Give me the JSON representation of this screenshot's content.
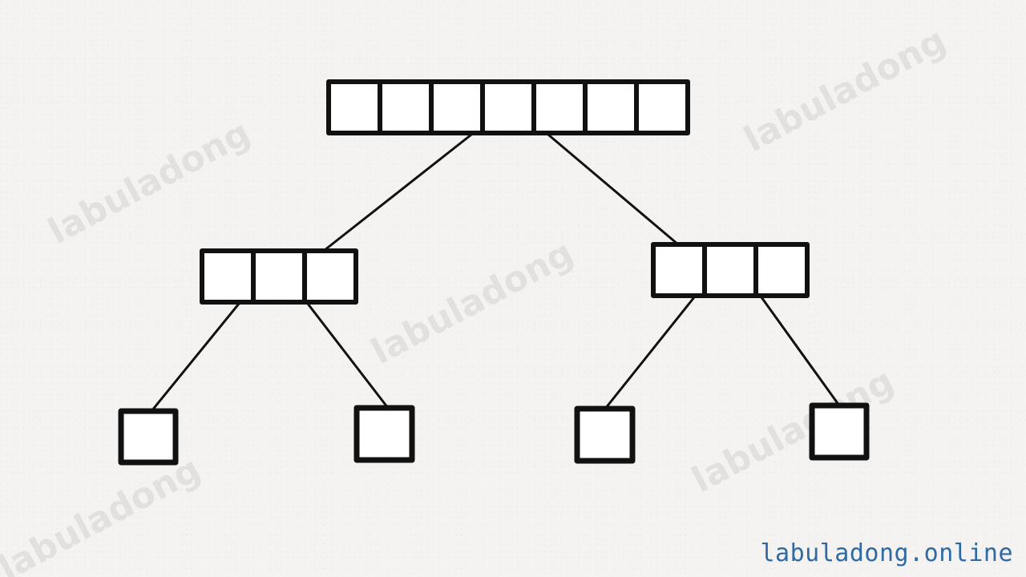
{
  "diagram": {
    "root_node_cells": 7,
    "middle_node_cells": [
      3,
      3
    ],
    "leaf_node_cells": [
      1,
      1,
      1,
      1
    ],
    "stroke_color": "#111111",
    "background_color": "#f4f3f1"
  },
  "watermark": {
    "text": "labuladong"
  },
  "footer": {
    "brand": "labuladong.online",
    "brand_color": "#2e6aa3"
  }
}
